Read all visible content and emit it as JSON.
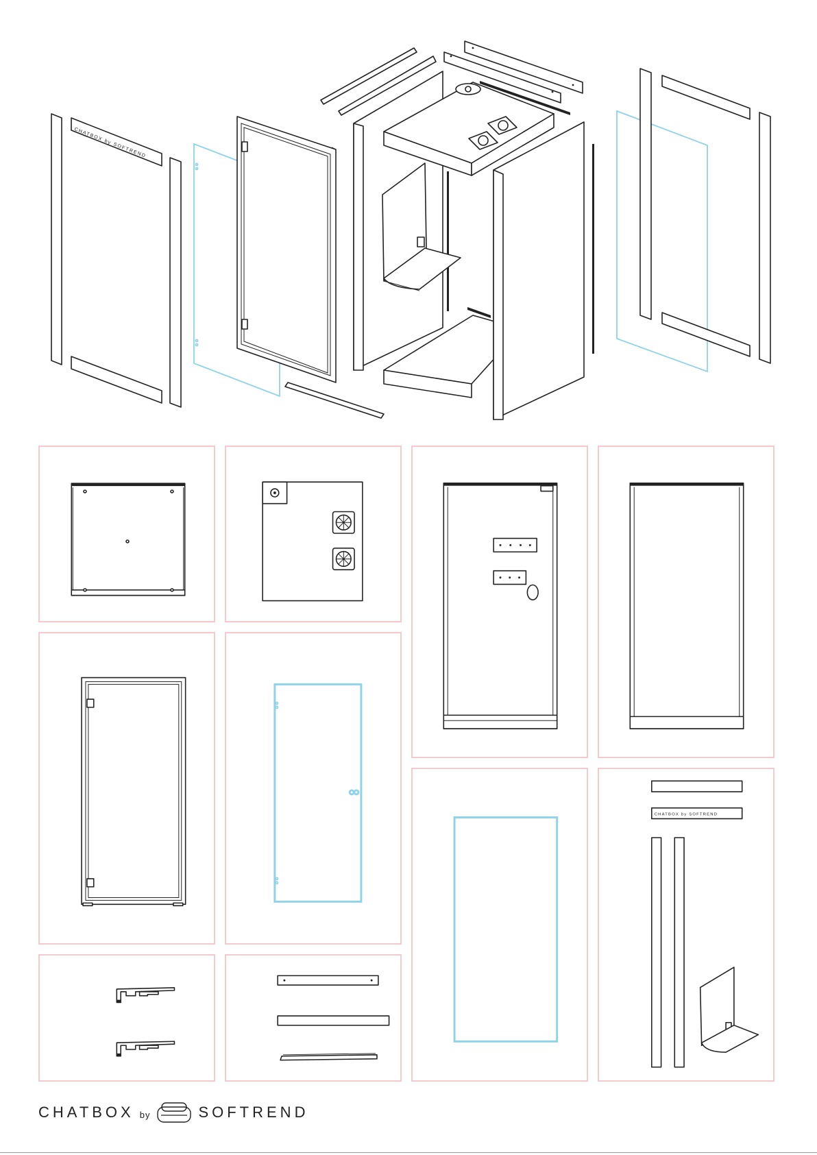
{
  "brand": {
    "name_part1": "CHATBOX",
    "name_connector": "by",
    "name_part2": "SOFTREND",
    "logo_icon": "sofa-outline-icon"
  },
  "colors": {
    "line": "#222222",
    "glass": "#8fd3ea",
    "panel_border": "#f6caca"
  },
  "panel_logo_text": "CHATBOX by SOFTREND",
  "parts": [
    {
      "id": "ceiling-panel"
    },
    {
      "id": "ceiling-fan-panel"
    },
    {
      "id": "rear-wall-panel"
    },
    {
      "id": "side-wall-panel"
    },
    {
      "id": "door-frame"
    },
    {
      "id": "door-glass"
    },
    {
      "id": "side-glass-panel"
    },
    {
      "id": "frame-profiles-and-shelf"
    },
    {
      "id": "aluminium-profiles"
    },
    {
      "id": "mounting-strips"
    }
  ]
}
